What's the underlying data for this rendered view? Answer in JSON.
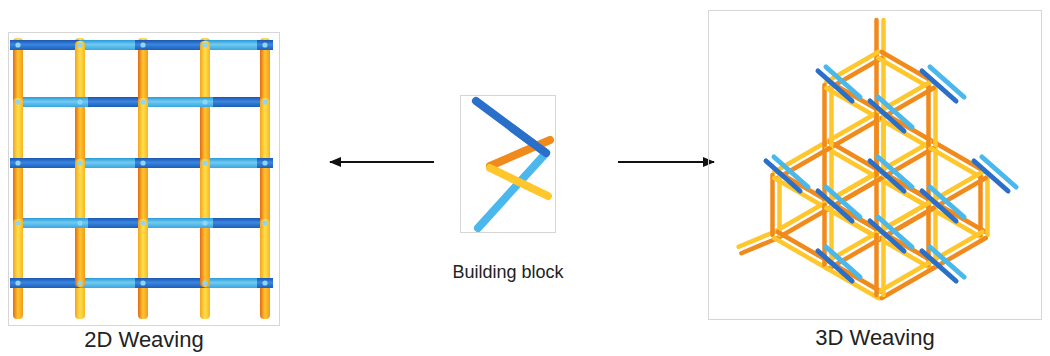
{
  "diagram": {
    "nodes": [
      {
        "text": [
          "2D Weaving"
        ]
      },
      {
        "text": [
          "Building block"
        ]
      },
      {
        "text": [
          "3D Weaving"
        ]
      }
    ],
    "edges": [
      {
        "from": 1,
        "to": 0,
        "arrow": "to"
      },
      {
        "from": 1,
        "to": 2,
        "arrow": "to"
      }
    ]
  }
}
